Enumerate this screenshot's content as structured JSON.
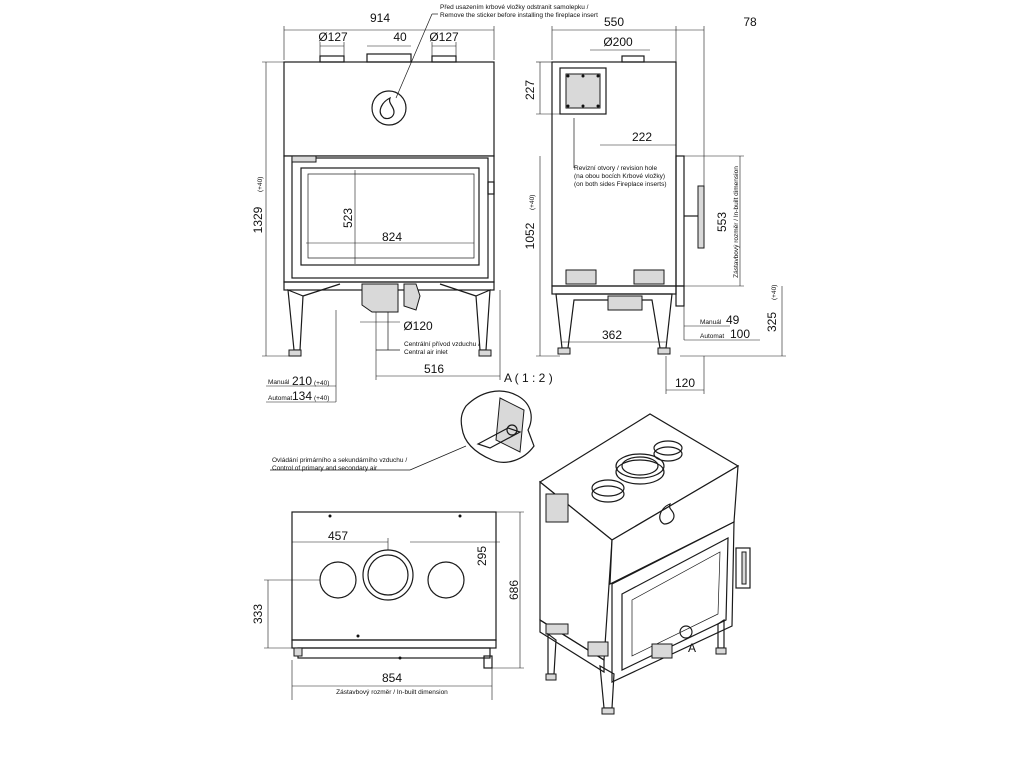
{
  "front_view": {
    "width_dim": "914",
    "left_flue_dim": "Ø127",
    "right_flue_dim": "Ø127",
    "spacing_dim": "40",
    "height_dim": "1329",
    "height_tol": "(+40)",
    "glass_height": "523",
    "glass_width": "824",
    "inlet_dim": "Ø120",
    "inlet_offset": "516",
    "sticker_note_cz": "Před usazením krbové vložky odstranit samolepku /",
    "sticker_note_en": "Remove the sticker before installing the fireplace insert",
    "central_air_cz": "Centrální přívod vzduchu /",
    "central_air_en": "Central air inlet",
    "manual_label": "Manuál",
    "manual_value": "210",
    "manual_tol": "(+40)",
    "automat_label": "Automat",
    "automat_value": "134",
    "automat_tol": "(+40)"
  },
  "side_view": {
    "depth_dim": "550",
    "handle_dim": "78",
    "top_flue_dim": "Ø200",
    "revision_height": "227",
    "revision_offset": "222",
    "revision_cz_1": "Revizní otvory / revision hole",
    "revision_cz_2": "(na obou bocích Krbové vložky)",
    "revision_en": "(on both sides Fireplace inserts)",
    "side_height": "1052",
    "side_height_tol": "(+40)",
    "inbuilt_height": "553",
    "inbuilt_label": "Zástavbový rozměr / In-built dimension",
    "leg_spacing": "362",
    "manual_label": "Manuál",
    "manual_value": "49",
    "automat_label": "Automat",
    "automat_value": "100",
    "leg_height": "325",
    "leg_height_tol": "(+40)",
    "bottom_offset": "120"
  },
  "detail_a": {
    "title": "A ( 1 : 2 )",
    "control_cz": "Ovládání primárního a sekundárního vzduchu /",
    "control_en": "Control of primary and secondary air"
  },
  "top_view": {
    "offset_dim": "457",
    "center_depth": "295",
    "total_depth": "686",
    "front_offset": "333",
    "width_dim": "854",
    "inbuilt_label": "Zástavbový rozměr / In-built dimension"
  },
  "iso_view": {
    "callout": "A"
  }
}
